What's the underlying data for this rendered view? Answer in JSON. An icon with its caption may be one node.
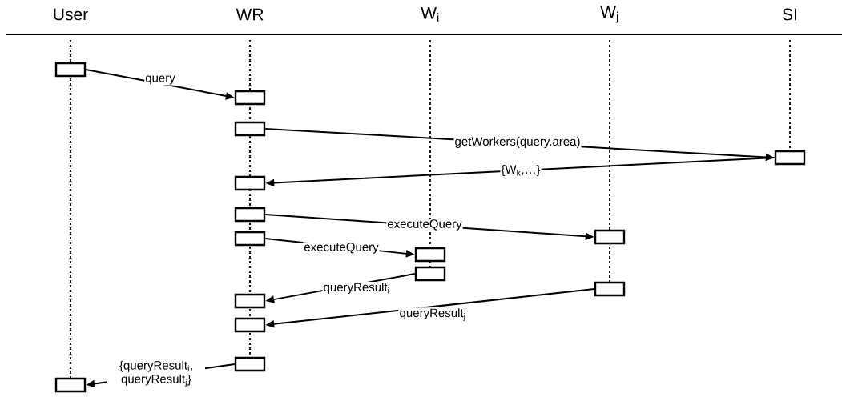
{
  "diagram": {
    "nodes": [
      {
        "text": [],
        "shape": "box"
      },
      {
        "text": [],
        "shape": "box"
      },
      {
        "text": [],
        "shape": "box"
      },
      {
        "text": [],
        "shape": "box"
      },
      {
        "text": [],
        "shape": "box"
      },
      {
        "text": [],
        "shape": "box"
      },
      {
        "text": [],
        "shape": "box"
      },
      {
        "text": [],
        "shape": "box"
      },
      {
        "text": [],
        "shape": "box"
      },
      {
        "text": [],
        "shape": "box"
      },
      {
        "text": [],
        "shape": "box"
      },
      {
        "text": [],
        "shape": "box"
      },
      {
        "text": [],
        "shape": "box"
      },
      {
        "text": [],
        "shape": "box"
      },
      {
        "text": [],
        "shape": "box"
      }
    ],
    "edges": [
      {
        "from": 0,
        "to": 1,
        "arrow": "to",
        "label": "query"
      },
      {
        "from": 2,
        "to": 3,
        "arrow": "to",
        "label": "getWorkers(query.area)"
      },
      {
        "from": 3,
        "to": 4,
        "arrow": "to",
        "label": "{W$_{k}$,…}"
      },
      {
        "from": 5,
        "to": 6,
        "arrow": "to",
        "label": "executeQuery"
      },
      {
        "from": 7,
        "to": 8,
        "arrow": "to",
        "label": "executeQuery"
      },
      {
        "from": 9,
        "to": 11,
        "arrow": "to",
        "label": "queryResult$_{i}$"
      },
      {
        "from": 10,
        "to": 12,
        "arrow": "to",
        "label": "queryResult$_{j}$"
      },
      {
        "from": 13,
        "to": 14,
        "arrow": "to",
        "label": "{queryResult$_{i}$, queryResult$_{j}$}"
      }
    ],
    "labels": [
      "User",
      "WR",
      "W$_{i}$",
      "W$_{j}$",
      "SI"
    ]
  }
}
